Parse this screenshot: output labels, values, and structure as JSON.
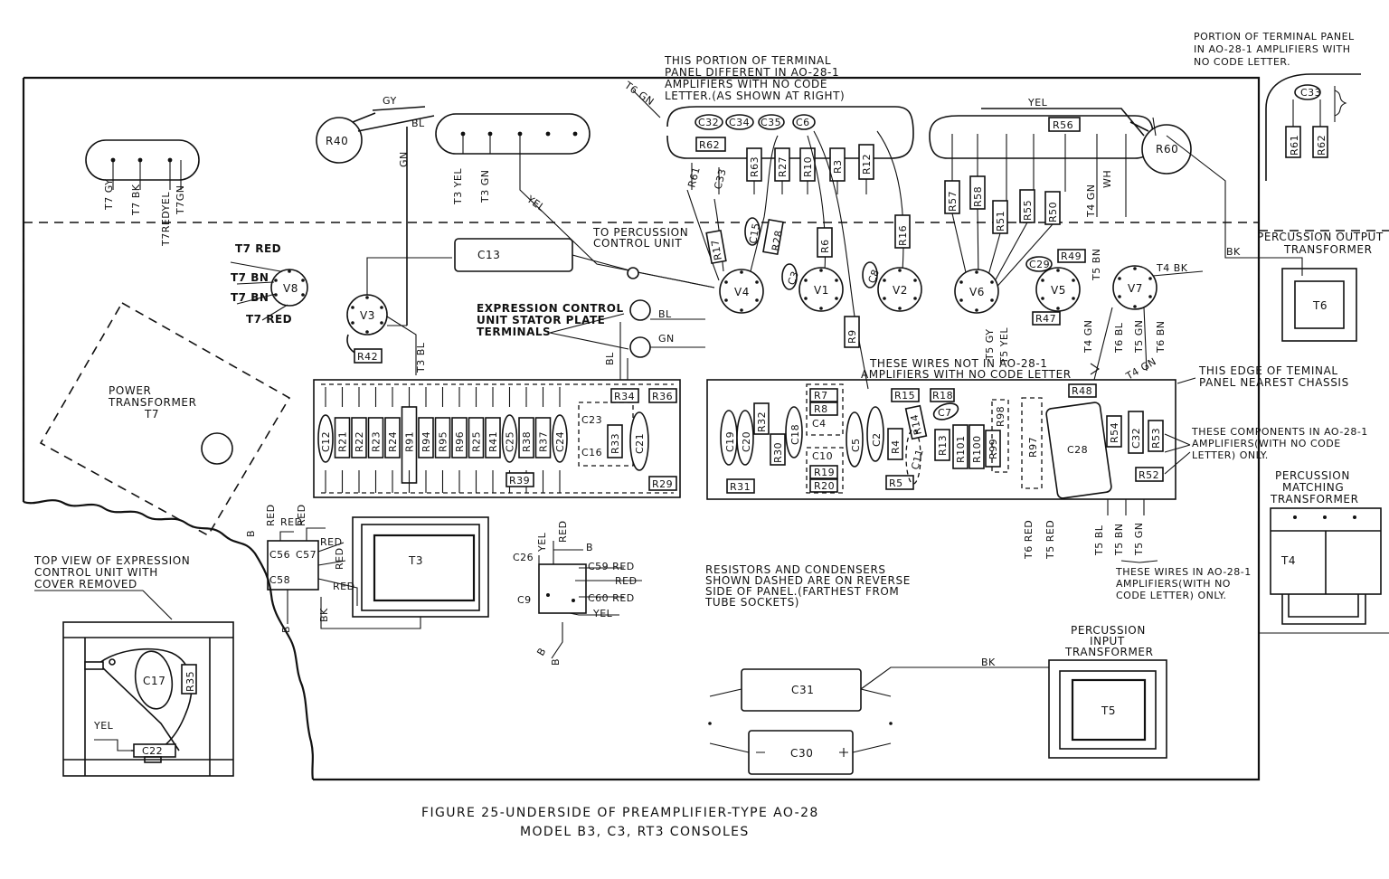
{
  "figure": {
    "caption_line1": "FIGURE 25-UNDERSIDE OF PREAMPLIFIER-TYPE AO-28",
    "caption_line2": "MODEL B3, C3, RT3 CONSOLES"
  },
  "notes": {
    "terminal_panel_l1": "THIS PORTION OF TERMINAL",
    "terminal_panel_l2": "PANEL DIFFERENT IN AO-28-1",
    "terminal_panel_l3": "AMPLIFIERS WITH NO CODE",
    "terminal_panel_l4": "LETTER.(AS SHOWN AT RIGHT)",
    "portion_l1": "PORTION OF TERMINAL PANEL",
    "portion_l2": "IN AO-28-1 AMPLIFIERS WITH",
    "portion_l3": "NO CODE LETTER.",
    "to_perc_l1": "TO PERCUSSION",
    "to_perc_l2": "CONTROL UNIT",
    "expr_l1": "EXPRESSION CONTROL",
    "expr_l2": "UNIT STATOR PLATE",
    "expr_l3": "TERMINALS",
    "wires_not_l1": "THESE WIRES NOT IN AO-28-1",
    "wires_not_l2": "AMPLIFIERS WITH NO CODE LETTER",
    "edge_l1": "THIS EDGE OF TEMINAL",
    "edge_l2": "PANEL NEAREST CHASSIS",
    "comp_l1": "THESE COMPONENTS IN AO-28-1",
    "comp_l2": "AMPLIFIERS(WITH NO CODE",
    "comp_l3": "LETTER) ONLY.",
    "resist_l1": "RESISTORS AND CONDENSERS",
    "resist_l2": "SHOWN DASHED ARE ON REVERSE",
    "resist_l3": "SIDE OF PANEL.(FARTHEST FROM",
    "resist_l4": "TUBE SOCKETS)",
    "wires_in_l1": "THESE WIRES IN AO-28-1",
    "wires_in_l2": "AMPLIFIERS(WITH NO",
    "wires_in_l3": "CODE LETTER) ONLY.",
    "top_view_l1": "TOP VIEW OF EXPRESSION",
    "top_view_l2": "CONTROL UNIT WITH",
    "top_view_l3": "COVER REMOVED"
  },
  "transformers": {
    "power_l1": "POWER",
    "power_l2": "TRANSFORMER",
    "power_l3": "T7",
    "perc_out_l1": "PERCUSSION OUTPUT",
    "perc_out_l2": "TRANSFORMER",
    "perc_match_l1": "PERCUSSION",
    "perc_match_l2": "MATCHING",
    "perc_match_l3": "TRANSFORMER",
    "perc_in_l1": "PERCUSSION",
    "perc_in_l2": "INPUT",
    "perc_in_l3": "TRANSFORMER",
    "t3": "T3",
    "t4": "T4",
    "t5": "T5",
    "t6": "T6"
  },
  "tubes": {
    "v1": "V1",
    "v2": "V2",
    "v3": "V3",
    "v4": "V4",
    "v5": "V5",
    "v6": "V6",
    "v7": "V7",
    "v8": "V8"
  },
  "components": {
    "r40": "R40",
    "r60": "R60",
    "r42": "R42",
    "r47": "R47",
    "r49": "R49",
    "c13": "C13",
    "c31": "C31",
    "c30": "C30",
    "c17": "C17",
    "r35": "R35",
    "c22": "C22",
    "c3": "C3",
    "c8": "C8",
    "c15": "C15",
    "c29": "C29",
    "c32": "C32",
    "c34": "C34",
    "c35": "C35",
    "c6": "C6",
    "c33": "C33",
    "r62": "R62",
    "r61": "R61",
    "r63": "R63",
    "r27": "R27",
    "r10": "R10",
    "r3": "R3",
    "r12": "R12",
    "r28": "R28",
    "r17": "R17",
    "r6": "R6",
    "r16": "R16",
    "r9": "R9",
    "r56": "R56",
    "r57": "R57",
    "r58": "R58",
    "r51": "R51",
    "r55": "R55",
    "r50": "R50",
    "c56": "C56",
    "c57": "C57",
    "c58": "C58",
    "c26": "C26",
    "c9": "C9",
    "c59red": "C59 RED",
    "c60red": "C60 RED"
  },
  "panel_left": {
    "parts": [
      "C12",
      "R21",
      "R22",
      "R23",
      "R24",
      "R91",
      "R94",
      "R95",
      "R96",
      "R25",
      "R41",
      "C25",
      "R38",
      "R37",
      "C24"
    ],
    "c23": "C23",
    "c16": "C16",
    "r33": "R33",
    "c21": "C21",
    "r34": "R34",
    "r36": "R36",
    "r29": "R29",
    "r39": "R39"
  },
  "panel_right": {
    "c19": "C19",
    "c20": "C20",
    "r32": "R32",
    "c18": "C18",
    "r30": "R30",
    "r31": "R31",
    "r7": "R7",
    "r8": "R8",
    "c4": "C4",
    "c10": "C10",
    "r19": "R19",
    "r20": "R20",
    "c5": "C5",
    "c2": "C2",
    "r4": "R4",
    "r15": "R15",
    "r18": "R18",
    "r14": "R14",
    "c7": "C7",
    "c11": "C11",
    "r5": "R5",
    "r13": "R13",
    "r101": "R101",
    "r100": "R100",
    "r99": "R99",
    "r98": "R98",
    "r97": "R97",
    "c28": "C28",
    "r48": "R48",
    "r54": "R54",
    "c32": "C32",
    "r53": "R53",
    "r52": "R52"
  },
  "wires": {
    "gy": "GY",
    "bl": "BL",
    "gn": "GN",
    "yel": "YEL",
    "wh": "WH",
    "bk": "BK",
    "b": "B",
    "red": "RED",
    "t6gn": "T6 GN",
    "t7gy": "T7 GY",
    "t7bk": "T7 BK",
    "t7redyel": "T7REDYEL",
    "t7gn": "T7GN",
    "t3yel": "T3 YEL",
    "t3gn": "T3 GN",
    "t3bl": "T3 BL",
    "t4gn": "T4 GN",
    "t7red": "T7 RED",
    "t7bn": "T7 BN",
    "t5gy": "T5 GY",
    "t5yel": "T5 YEL",
    "t5bn": "T5 BN",
    "t4bk": "T4 BK",
    "t6bl": "T6 BL",
    "t5gn": "T5 GN",
    "t6bn": "T6 BN",
    "t6red": "T6 RED",
    "t5red": "T5 RED",
    "t5bl": "T5 BL"
  }
}
